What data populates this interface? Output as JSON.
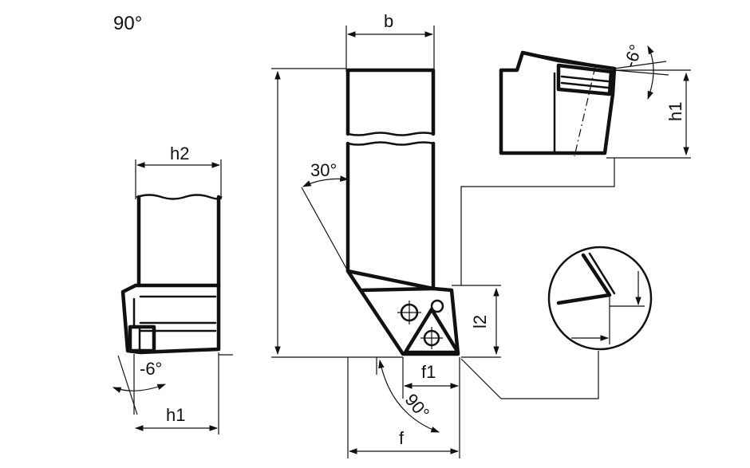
{
  "title": "90°",
  "labels": {
    "b": "b",
    "h2": "h2",
    "h1_left": "h1",
    "h1_right": "h1",
    "l2": "l2",
    "f1": "f1",
    "f": "f",
    "angle_30": "30°",
    "angle_90": "90°",
    "angle_neg6_left": "-6°",
    "angle_neg6_right": "-6°"
  }
}
